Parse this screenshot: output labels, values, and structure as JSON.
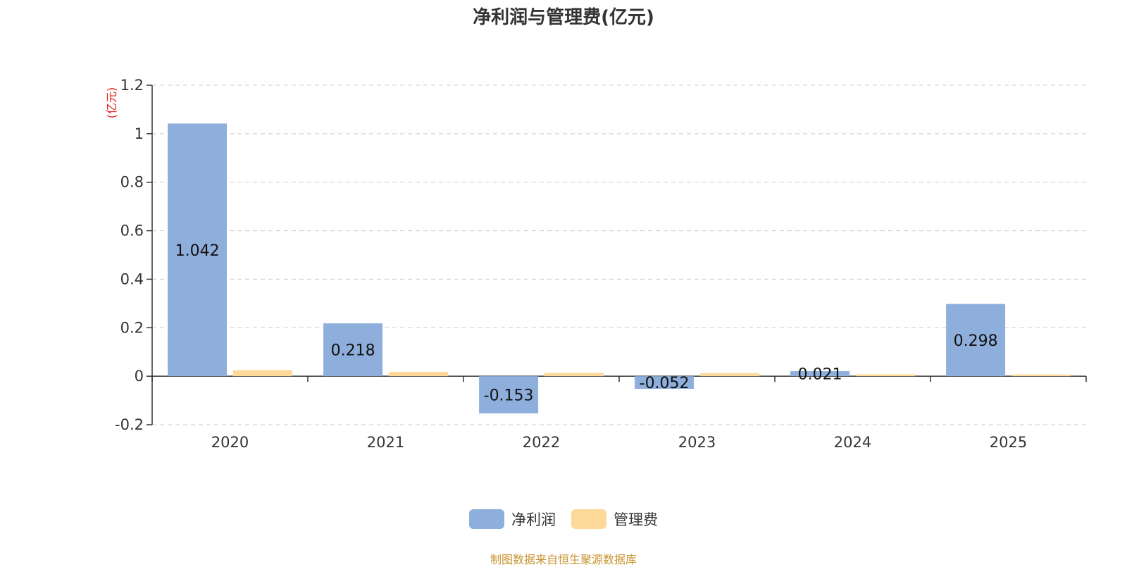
{
  "chart_data": {
    "type": "bar",
    "title": "净利润与管理费(亿元)",
    "ylabel": "(亿元)",
    "categories": [
      "2020",
      "2021",
      "2022",
      "2023",
      "2024",
      "2025"
    ],
    "series": [
      {
        "name": "净利润",
        "values": [
          1.042,
          0.218,
          -0.153,
          -0.052,
          0.021,
          0.298
        ],
        "color": "#8eaedc",
        "labels": [
          "1.042",
          "0.218",
          "-0.153",
          "-0.052",
          "0.021",
          "0.298"
        ]
      },
      {
        "name": "管理费",
        "values": [
          0.025,
          0.018,
          0.014,
          0.013,
          0.008,
          0.007
        ],
        "color": "#fcd899"
      }
    ],
    "ylim": [
      -0.2,
      1.2
    ],
    "yticks": [
      "-0.2",
      "0",
      "0.2",
      "0.4",
      "0.6",
      "0.8",
      "1",
      "1.2"
    ],
    "grid": true,
    "legend_position": "bottom-center"
  },
  "footer": {
    "source": "制图数据来自恒生聚源数据库"
  }
}
